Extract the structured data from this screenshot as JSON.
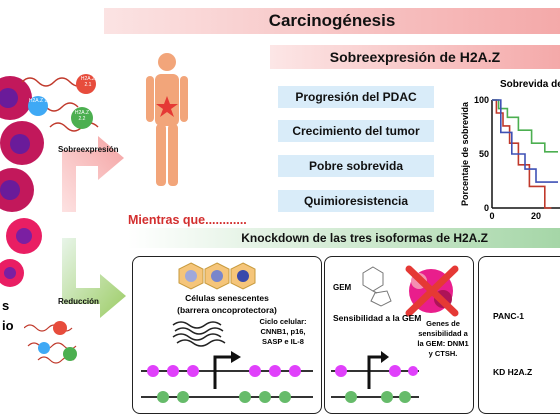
{
  "title": "Carcinogénesis",
  "overexpression_title": "Sobreexpresión de H2A.Z",
  "effects": [
    "Progresión del PDAC",
    "Crecimiento del tumor",
    "Pobre sobrevida",
    "Quimioresistencia"
  ],
  "isoforms": {
    "a": "H2A.Z 2.1",
    "b": "H2A.Z 1",
    "c": "H2A.Z 2.2"
  },
  "arrow_labels": {
    "up": "Sobreexpresión",
    "down": "Reducción"
  },
  "partial_left_text": [
    "s",
    "io"
  ],
  "meanwhile": "Mientras que............",
  "knockdown_title": "Knockdown de las tres isoformas de H2A.Z",
  "senescence": {
    "title": "Células senescentes",
    "subtitle": "(barrera oncoprotectora)",
    "cycle_text": "Ciclo celular: CNNB1, p16, SASP e IL-8"
  },
  "gem": {
    "label": "GEM",
    "sensitivity": "Sensibilidad a la GEM",
    "genes_text": "Genes de sensibilidad a la GEM: DNM1 y CTSH."
  },
  "panc": {
    "a": "PANC-1",
    "b": "KD H2A.Z"
  },
  "chart_data": {
    "type": "line",
    "title": "Sobrevida de",
    "ylabel": "Porcentaje de sobrevida",
    "xlabel": "",
    "y_ticks": [
      "100",
      "50",
      "0"
    ],
    "x_ticks": [
      "0",
      "20"
    ],
    "xlim": [
      0,
      30
    ],
    "ylim": [
      0,
      100
    ],
    "series": [
      {
        "color": "#c0392b",
        "points": [
          [
            0,
            100
          ],
          [
            2,
            100
          ],
          [
            2,
            88
          ],
          [
            5,
            88
          ],
          [
            5,
            76
          ],
          [
            8,
            76
          ],
          [
            8,
            60
          ],
          [
            12,
            60
          ],
          [
            12,
            40
          ],
          [
            17,
            40
          ],
          [
            17,
            20
          ],
          [
            24,
            20
          ],
          [
            24,
            0
          ],
          [
            27,
            0
          ]
        ]
      },
      {
        "color": "#4caf50",
        "points": [
          [
            0,
            100
          ],
          [
            3,
            100
          ],
          [
            3,
            92
          ],
          [
            7,
            92
          ],
          [
            7,
            84
          ],
          [
            12,
            84
          ],
          [
            12,
            72
          ],
          [
            18,
            72
          ],
          [
            18,
            60
          ],
          [
            24,
            60
          ],
          [
            24,
            52
          ],
          [
            30,
            52
          ]
        ]
      },
      {
        "color": "#3f51b5",
        "points": [
          [
            0,
            100
          ],
          [
            4,
            100
          ],
          [
            4,
            70
          ],
          [
            9,
            70
          ],
          [
            9,
            50
          ],
          [
            15,
            50
          ],
          [
            15,
            36
          ],
          [
            20,
            36
          ],
          [
            20,
            24
          ],
          [
            30,
            24
          ]
        ]
      }
    ]
  }
}
